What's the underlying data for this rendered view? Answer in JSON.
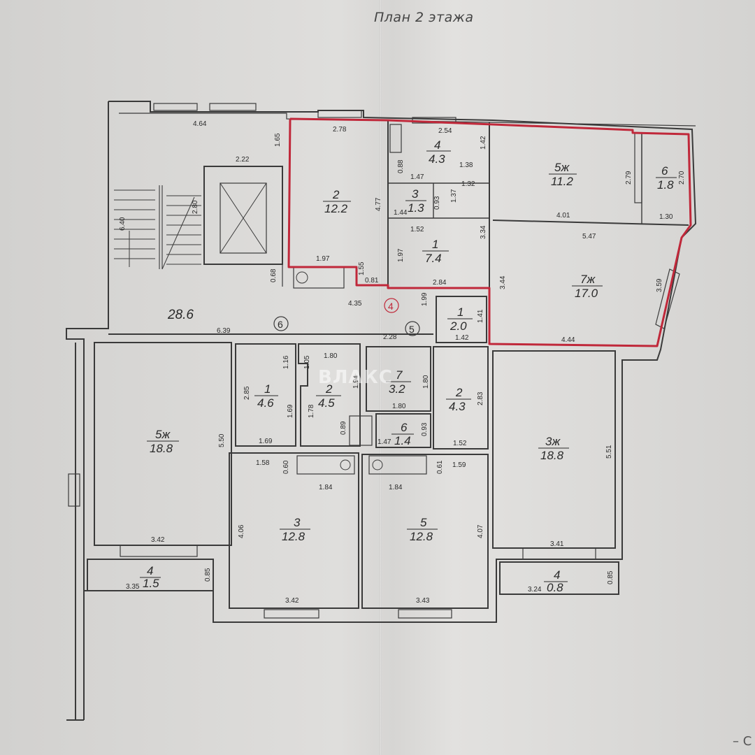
{
  "title": "План 2 этажа",
  "watermark": "ВЛАКС",
  "corner_mark": "– С",
  "colors": {
    "wall": "#3a3a3a",
    "highlight": "#c0283a",
    "paper": "#dcdbd9"
  },
  "axis_markers": [
    "6",
    "4",
    "5"
  ],
  "rooms": {
    "s2": {
      "num": "2",
      "area": "12.2"
    },
    "s4": {
      "num": "4",
      "area": "4.3"
    },
    "s3": {
      "num": "3",
      "area": "1.3"
    },
    "s1": {
      "num": "1",
      "area": "7.4"
    },
    "s5": {
      "num": "5ж",
      "area": "11.2"
    },
    "s6": {
      "num": "6",
      "area": "1.8"
    },
    "s7": {
      "num": "7ж",
      "area": "17.0"
    },
    "s1b": {
      "num": "1",
      "area": "2.0"
    },
    "corridor": {
      "area": "28.6"
    },
    "w5": {
      "num": "5ж",
      "area": "18.8"
    },
    "w4": {
      "num": "4",
      "area": "1.5"
    },
    "m1": {
      "num": "1",
      "area": "4.6"
    },
    "m2": {
      "num": "2",
      "area": "4.5"
    },
    "m7": {
      "num": "7",
      "area": "3.2"
    },
    "m6": {
      "num": "6",
      "area": "1.4"
    },
    "m2b": {
      "num": "2",
      "area": "4.3"
    },
    "m3": {
      "num": "3",
      "area": "12.8"
    },
    "m5": {
      "num": "5",
      "area": "12.8"
    },
    "e3": {
      "num": "3ж",
      "area": "18.8"
    },
    "e4": {
      "num": "4",
      "area": "0.8"
    }
  },
  "dims": {
    "d_4_64": "4.64",
    "d_2_22": "2.22",
    "d_1_65": "1.65",
    "d_6_40": "6.40",
    "d_2_80": "2.80",
    "d_2_78": "2.78",
    "d_4_77": "4.77",
    "d_1_97a": "1.97",
    "d_1_55": "1.55",
    "d_0_81": "0.81",
    "d_2_54": "2.54",
    "d_1_42a": "1.42",
    "d_0_88": "0.88",
    "d_1_47a": "1.47",
    "d_1_38": "1.38",
    "d_1_32": "1.32",
    "d_1_37": "1.37",
    "d_0_93a": "0.93",
    "d_1_44": "1.44",
    "d_1_52a": "1.52",
    "d_1_97b": "1.97",
    "d_3_34": "3.34",
    "d_2_84": "2.84",
    "d_2_79": "2.79",
    "d_2_70": "2.70",
    "d_4_01": "4.01",
    "d_1_30": "1.30",
    "d_5_47": "5.47",
    "d_3_44": "3.44",
    "d_3_59": "3.59",
    "d_4_44": "4.44",
    "d_1_99": "1.99",
    "d_1_41": "1.41",
    "d_1_42b": "1.42",
    "d_0_68": "0.68",
    "d_4_35": "4.35",
    "d_6_39": "6.39",
    "d_2_28": "2.28",
    "d_5_50": "5.50",
    "d_3_42a": "3.42",
    "d_3_35": "3.35",
    "d_0_85a": "0.85",
    "d_2_85": "2.85",
    "d_1_16": "1.16",
    "d_1_69a": "1.69",
    "d_1_69b": "1.69",
    "d_1_05": "1.05",
    "d_1_80a": "1.80",
    "d_1_78": "1.78",
    "d_0_89": "0.89",
    "d_1_94": "1.94",
    "d_1_80b": "1.80",
    "d_1_80c": "1.80",
    "d_1_47b": "1.47",
    "d_0_93b": "0.93",
    "d_2_83": "2.83",
    "d_1_52b": "1.52",
    "d_1_58": "1.58",
    "d_0_60": "0.60",
    "d_1_84a": "1.84",
    "d_4_06": "4.06",
    "d_3_42b": "3.42",
    "d_1_84b": "1.84",
    "d_0_61": "0.61",
    "d_1_59": "1.59",
    "d_4_07": "4.07",
    "d_3_43": "3.43",
    "d_5_51": "5.51",
    "d_3_41": "3.41",
    "d_3_24": "3.24",
    "d_0_85b": "0.85"
  }
}
